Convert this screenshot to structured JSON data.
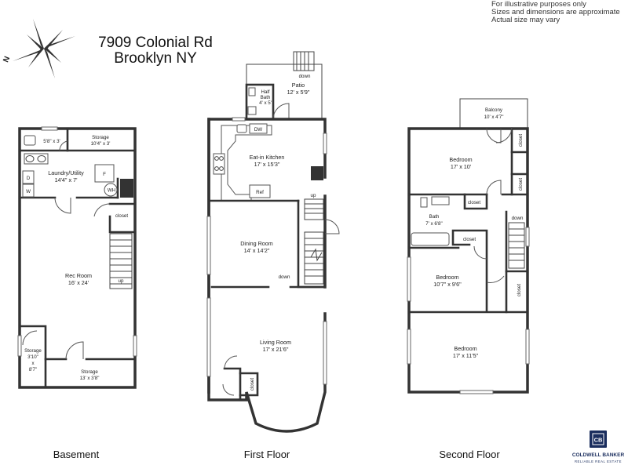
{
  "disclaimer": [
    "For illustrative purposes only",
    "Sizes and dimensions are approximate",
    "Actual size may vary"
  ],
  "address": {
    "line1": "7909 Colonial Rd",
    "line2": "Brooklyn NY"
  },
  "compass": {
    "label": "N"
  },
  "floors": {
    "basement": {
      "title": "Basement",
      "rooms": {
        "bath": {
          "dims": "5'8\" x 3'"
        },
        "storage_top": {
          "name": "Storage",
          "dims": "10'4\" x 3'"
        },
        "laundry": {
          "name": "Laundry/Utility",
          "dims": "14'4\" x 7'"
        },
        "rec": {
          "name": "Rec Room",
          "dims": "16' x 24'"
        },
        "storage_left": {
          "name": "Storage",
          "dims": [
            "3'10\"",
            "x",
            "8'7\""
          ]
        },
        "storage_bottom": {
          "name": "Storage",
          "dims": "13' x 3'8\""
        }
      },
      "fixtures": {
        "dryer": "D",
        "washer": "W",
        "furnace": "F",
        "water_heater": "WH",
        "closet": "closet",
        "stairs": "up"
      }
    },
    "first": {
      "title": "First Floor",
      "rooms": {
        "patio": {
          "name": "Patio",
          "dims": "12' x 5'9\"",
          "stair": "down"
        },
        "half_bath": {
          "name": [
            "Half",
            "Bath"
          ],
          "dims": "4' x 5'"
        },
        "kitchen": {
          "name": "Eat-in Kitchen",
          "dims": "17' x 15'3\""
        },
        "dining": {
          "name": "Dining Room",
          "dims": "14' x 14'2\""
        },
        "living": {
          "name": "Living Room",
          "dims": "17' x 21'6\""
        }
      },
      "fixtures": {
        "dishwasher": "DW",
        "fridge": "Ref",
        "stairs_up": "up",
        "stairs_down": "down",
        "closet": "closet"
      }
    },
    "second": {
      "title": "Second Floor",
      "rooms": {
        "balcony": {
          "name": "Balcony",
          "dims": "10' x 4'7\""
        },
        "bedroom_top": {
          "name": "Bedroom",
          "dims": "17' x 10'"
        },
        "bath": {
          "name": "Bath",
          "dims": "7' x 6'8\""
        },
        "bedroom_mid": {
          "name": "Bedroom",
          "dims": "10'7\" x 9'6\""
        },
        "bedroom_bottom": {
          "name": "Bedroom",
          "dims": "17' x 11'5\""
        }
      },
      "fixtures": {
        "closet": "closet",
        "stairs": "down"
      }
    }
  },
  "brand": {
    "name": "COLDWELL BANKER",
    "tagline": "RELIABLE REAL ESTATE",
    "mark": "CB",
    "color": "#1b2e5e"
  }
}
